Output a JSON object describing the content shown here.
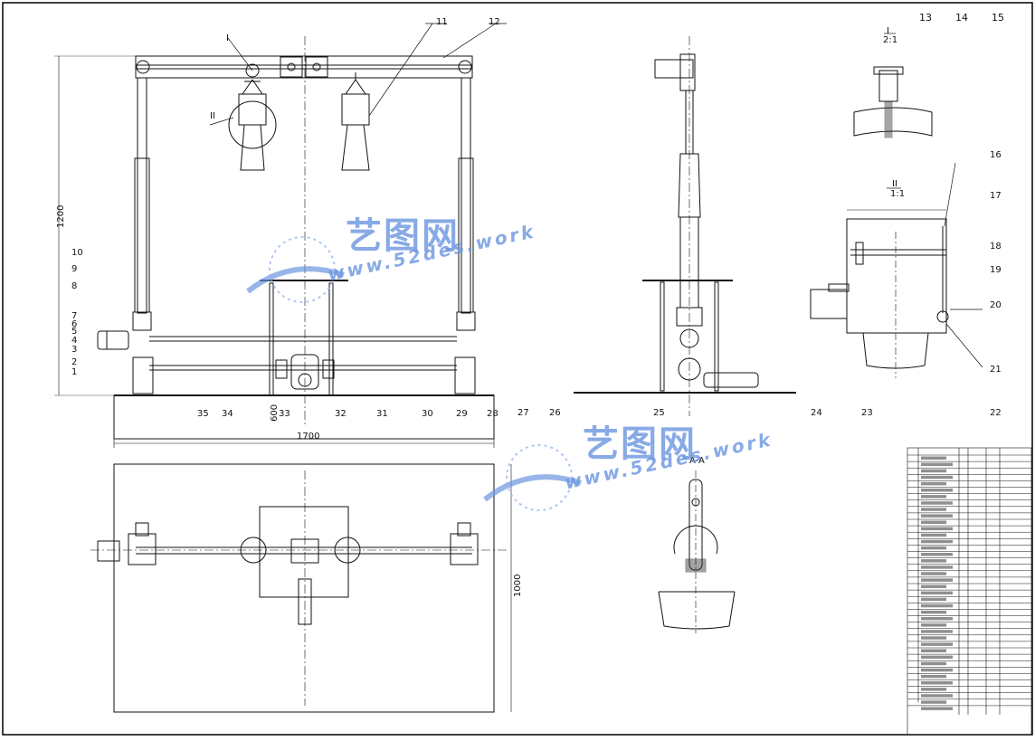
{
  "drawing": {
    "front_view": {
      "callouts": [
        "I",
        "11",
        "12",
        "II"
      ],
      "left_labels": [
        "10",
        "9",
        "8",
        "7",
        "6",
        "5",
        "4",
        "3",
        "2",
        "1"
      ],
      "bottom_labels": [
        "35",
        "34",
        "33",
        "32",
        "31",
        "30",
        "29",
        "28"
      ],
      "dim_width": "1700",
      "dim_height": "1200",
      "dim_small": "600"
    },
    "side_view": {
      "bottom_labels": [
        "27",
        "26",
        "25",
        "24",
        "23",
        "22"
      ]
    },
    "detail_I": {
      "title": "I",
      "scale": "2:1",
      "top_labels": [
        "13",
        "14",
        "15"
      ]
    },
    "detail_II": {
      "title": "II",
      "scale": "1:1",
      "right_labels": [
        "16",
        "17",
        "18",
        "19",
        "20",
        "21"
      ]
    },
    "plan_view": {
      "dim_height": "1000"
    },
    "section": {
      "title": "A-A"
    },
    "watermarks": [
      {
        "cn": "艺图网",
        "en": "www.52des.work"
      },
      {
        "cn": "艺图网",
        "en": "www.52des.work"
      }
    ]
  }
}
